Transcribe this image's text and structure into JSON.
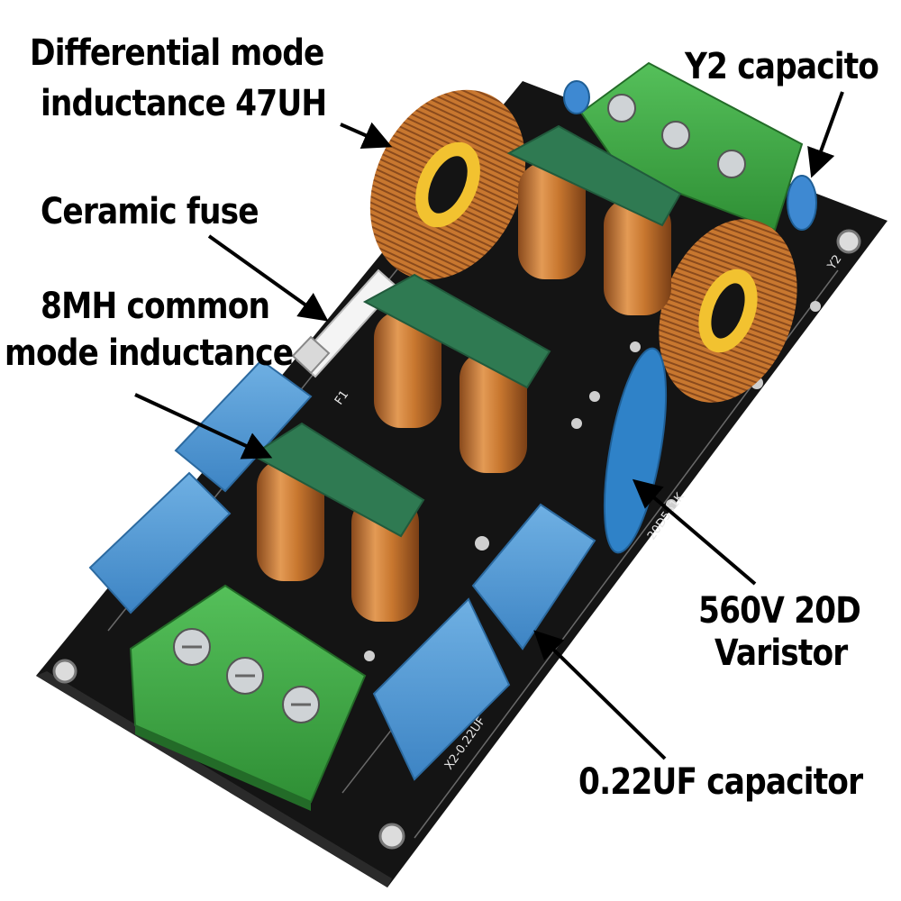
{
  "labels": {
    "differential_line1": "Differential mode",
    "differential_line2": "inductance 47UH",
    "y2": "Y2 capacito",
    "fuse": "Ceramic fuse",
    "common_line1": "8MH common",
    "common_line2": "mode inductance",
    "varistor_line1": "560V 20D",
    "varistor_line2": "Varistor",
    "capacitor": "0.22UF capacitor"
  },
  "silkscreen": {
    "x2": "X2-0.22UF",
    "varistor": "20D561K",
    "fuse": "F1",
    "y_cap": "Y2"
  },
  "colors": {
    "pcb": "#141414",
    "terminal": "#3aa63a",
    "x2_capacitor": "#4a93cf",
    "copper": "#c8772f",
    "core_green": "#2f7a52",
    "varistor": "#2f82c8",
    "toroid_core": "#f2c230"
  }
}
